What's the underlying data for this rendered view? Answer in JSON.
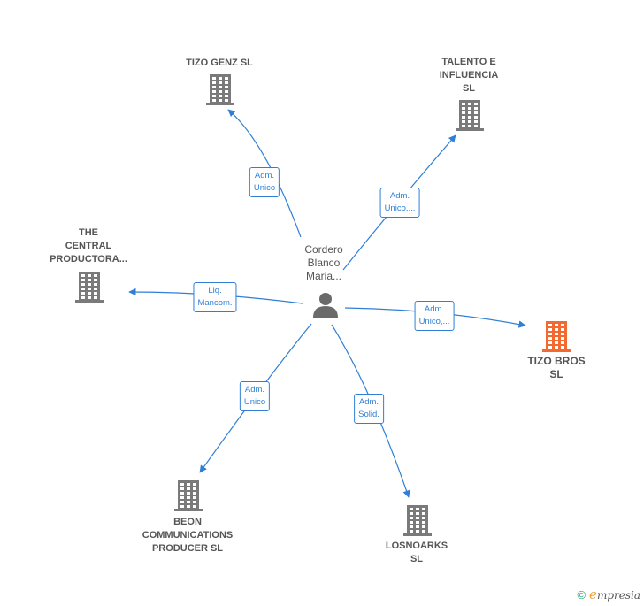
{
  "colors": {
    "edge": "#2f7fd6",
    "building": "#7a7a7a",
    "building_highlight": "#f26a30",
    "person": "#6a6a6a"
  },
  "person": {
    "label": "Cordero\nBlanco\nMaria...",
    "icon": "person-icon"
  },
  "companies": [
    {
      "id": "tizo-genz",
      "label": "TIZO GENZ  SL",
      "icon": "building-icon",
      "highlight": false
    },
    {
      "id": "talento",
      "label": "TALENTO E\nINFLUENCIA\nSL",
      "icon": "building-icon",
      "highlight": false
    },
    {
      "id": "the-central",
      "label": "THE\nCENTRAL\nPRODUCTORA...",
      "icon": "building-icon",
      "highlight": false
    },
    {
      "id": "tizo-bros",
      "label": "TIZO BROS\nSL",
      "icon": "building-icon",
      "highlight": true
    },
    {
      "id": "beon",
      "label": "BEON\nCOMMUNICATIONS\nPRODUCER  SL",
      "icon": "building-icon",
      "highlight": false
    },
    {
      "id": "losnoarks",
      "label": "LOSNOARKS\nSL",
      "icon": "building-icon",
      "highlight": false
    }
  ],
  "edges": [
    {
      "to": "tizo-genz",
      "label": "Adm.\nUnico"
    },
    {
      "to": "talento",
      "label": "Adm.\nUnico,..."
    },
    {
      "to": "the-central",
      "label": "Liq.\nMancom."
    },
    {
      "to": "tizo-bros",
      "label": "Adm.\nUnico,..."
    },
    {
      "to": "beon",
      "label": "Adm.\nUnico"
    },
    {
      "to": "losnoarks",
      "label": "Adm.\nSolid."
    }
  ],
  "footer": {
    "copyright": "©",
    "brand_initial": "e",
    "brand_rest": "mpresia"
  }
}
